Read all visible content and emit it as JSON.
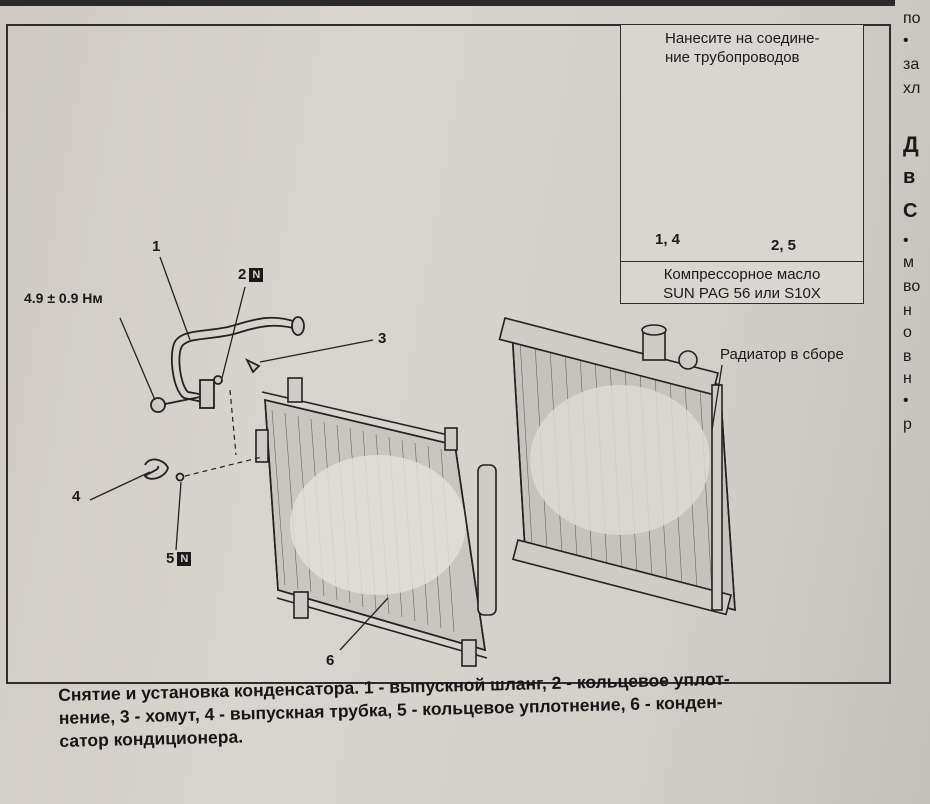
{
  "inset": {
    "note_line1": "Нанесите на соедине-",
    "note_line2": "ние трубопроводов",
    "label_left": "1, 4",
    "label_right": "2, 5",
    "footer_line1": "Компрессорное масло",
    "footer_line2": "SUN PAG 56 или S10X"
  },
  "labels": {
    "l1": "1",
    "l2": "2",
    "l3": "3",
    "l4": "4",
    "l5": "5",
    "l6": "6",
    "n_badge": "N",
    "torque": "4.9 ± 0.9 Нм",
    "radiator": "Радиатор в сборе"
  },
  "caption": {
    "line1": "Снятие и установка конденсатора. 1 - выпускной шланг, 2 - кольцевое уплот-",
    "line2": "нение, 3 - хомут, 4 - выпускная трубка, 5 - кольцевое уплотнение, 6 - конден-",
    "line3": "сатор кондиционера."
  },
  "side_column": [
    "по",
    "•",
    "за",
    "хл",
    "Д",
    "в",
    "С",
    "•",
    "м",
    "во",
    "н",
    "о",
    "в",
    "н",
    "•",
    "р"
  ]
}
